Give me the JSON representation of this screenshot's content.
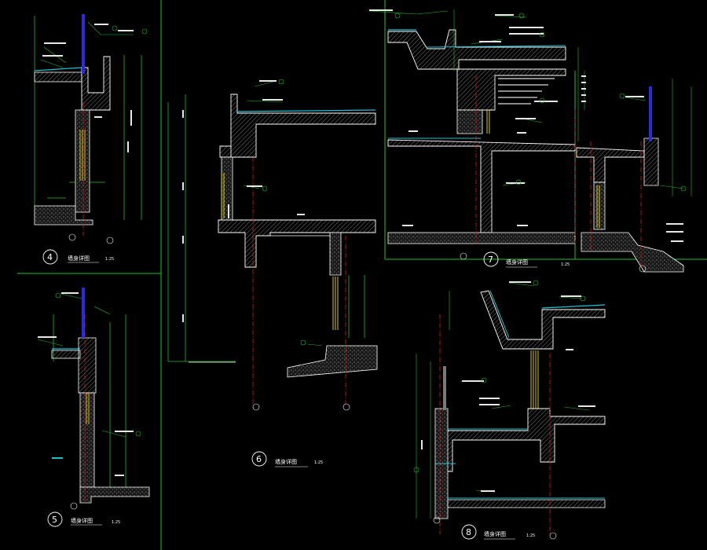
{
  "colors": {
    "background": "#000000",
    "frame": "#1fbf2a",
    "wall": "#ffffff",
    "hatch": "#8a8a8a",
    "accent": "#19c3d6",
    "window": "#f0e020",
    "axis": "#e01818",
    "rainpipe": "#2b2bd9",
    "dim": "#1fbf2a",
    "text": "#e8e8e8"
  },
  "details": [
    {
      "id": "4",
      "number": "4",
      "caption": "墙身详图",
      "scale": "1:25"
    },
    {
      "id": "5",
      "number": "5",
      "caption": "墙身详图",
      "scale": "1:25"
    },
    {
      "id": "6",
      "number": "6",
      "caption": "墙身详图",
      "scale": "1:25"
    },
    {
      "id": "7",
      "number": "7",
      "caption": "墙身详图",
      "scale": "1:25"
    },
    {
      "id": "8",
      "number": "8",
      "caption": "墙身详图",
      "scale": "1:25"
    }
  ],
  "notes": {
    "n1": "Ⓑ",
    "n2": "Ⓐ",
    "n3": "Ⓑ",
    "n4": "Ⓐ"
  }
}
